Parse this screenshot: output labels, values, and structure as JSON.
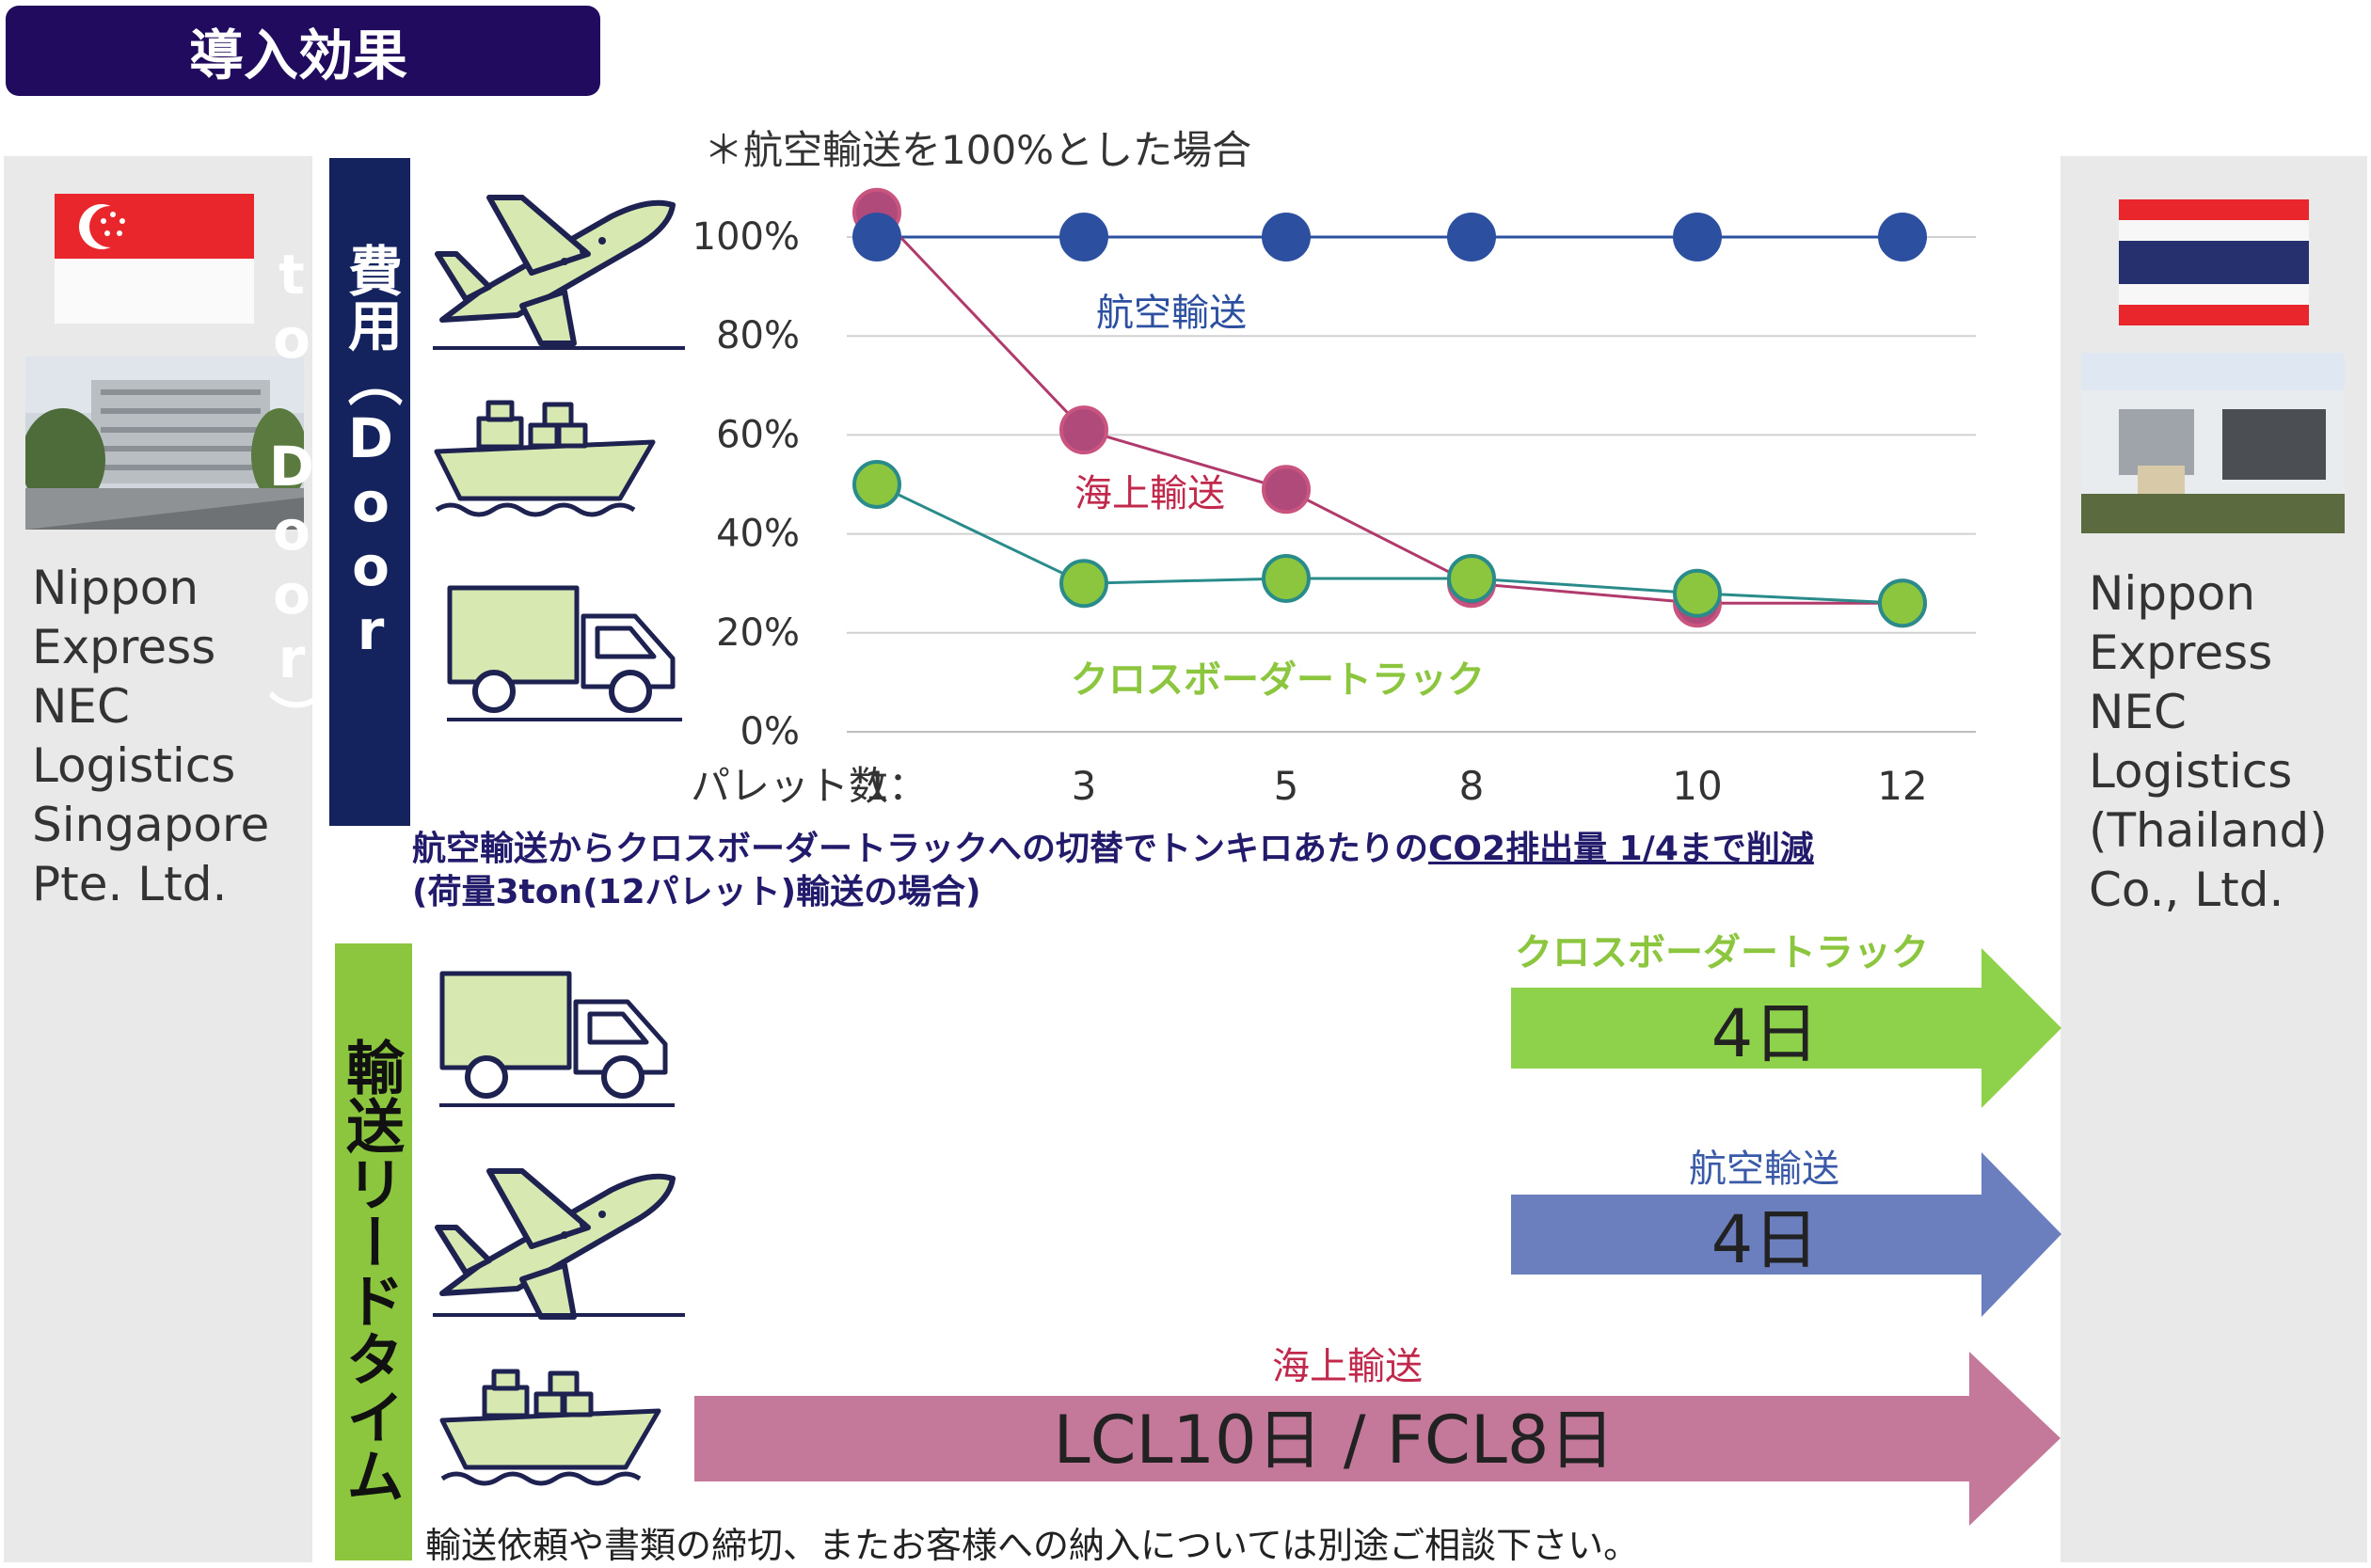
{
  "header": {
    "title": "導入効果"
  },
  "chart_note": "＊航空輸送を100%とした場合",
  "left_company": "Nippon\nExpress\nNEC\nLogistics\nSingapore\nPte. Ltd.",
  "right_company": "Nippon\nExpress\nNEC\nLogistics\n(Thailand)\nCo., Ltd.",
  "cost_bar_label": "費用（Door to Door）",
  "leadtime_bar_label": "輸送リードタイム",
  "co2_text": {
    "line1_prefix": "航空輸送からクロスボーダートラックへの切替でトンキロあたりの",
    "line1_underlined": "CO2排出量 1/4まで削減",
    "line2": "(荷量3ton(12パレット)輸送の場合)"
  },
  "colors": {
    "air": "#2d4fa0",
    "sea": "#b04a7a",
    "truck": "#8cc63f",
    "air_arrow": "#6b7fbe",
    "sea_arrow": "#c4789a",
    "truck_arrow": "#8ed14a",
    "navy": "#14225e"
  },
  "chart_data": {
    "type": "line",
    "x_prefix_label": "パレット数：",
    "categories": [
      "1",
      "3",
      "5",
      "8",
      "10",
      "12"
    ],
    "ytick_labels": [
      "0%",
      "20%",
      "40%",
      "60%",
      "80%",
      "100%"
    ],
    "yticks": [
      0,
      20,
      40,
      60,
      80,
      100
    ],
    "ylim": [
      0,
      105
    ],
    "grid": true,
    "series": [
      {
        "name": "航空輸送",
        "values": [
          100,
          100,
          100,
          100,
          100,
          100
        ],
        "color": "#2d4fa0"
      },
      {
        "name": "海上輸送",
        "values": [
          105,
          61,
          49,
          30,
          26,
          26
        ],
        "color": "#b04a7a"
      },
      {
        "name": "クロスボーダートラック",
        "values": [
          50,
          30,
          31,
          31,
          28,
          26
        ],
        "color": "#8cc63f"
      }
    ]
  },
  "leadtime": [
    {
      "label": "クロスボーダートラック",
      "value": "4日",
      "icon": "truck-icon"
    },
    {
      "label": "航空輸送",
      "value": "4日",
      "icon": "airplane-icon"
    },
    {
      "label": "海上輸送",
      "value": "LCL10日 / FCL8日",
      "icon": "ship-icon"
    }
  ],
  "footer_note": "輸送依頼や書類の締切、またお客様への納入については別途ご相談下さい。"
}
